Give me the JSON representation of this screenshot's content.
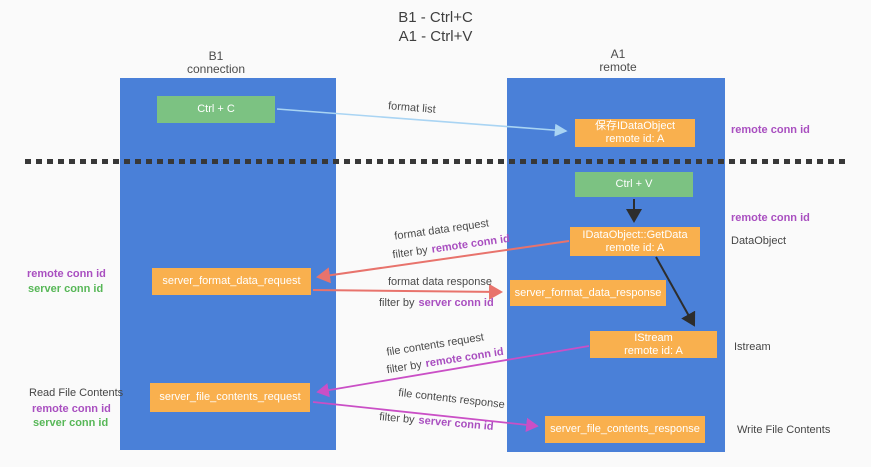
{
  "title": {
    "line1": "B1 - Ctrl+C",
    "line2": "A1 - Ctrl+V"
  },
  "columns": {
    "left": {
      "header_line1": "B1",
      "header_line2": "connection"
    },
    "right": {
      "header_line1": "A1",
      "header_line2": "remote"
    }
  },
  "nodes": {
    "ctrl_c": {
      "label": "Ctrl + C"
    },
    "save_idataobject": {
      "line1": "保存IDataObject",
      "line2": "remote id: A"
    },
    "ctrl_v": {
      "label": "Ctrl + V"
    },
    "getdata": {
      "line1": "IDataObject::GetData",
      "line2": "remote id: A"
    },
    "format_request": {
      "label": "server_format_data_request"
    },
    "format_response": {
      "label": "server_format_data_response"
    },
    "istream": {
      "line1": "IStream",
      "line2": "remote id: A"
    },
    "file_request": {
      "label": "server_file_contents_request"
    },
    "file_response": {
      "label": "server_file_contents_response"
    }
  },
  "side_labels": {
    "remote_conn_id_top_right": "remote conn id",
    "remote_conn_id_mid_right": "remote conn id",
    "dataobject": "DataObject",
    "istream": "Istream",
    "write_file_contents": "Write File Contents",
    "remote_conn_id_left": "remote conn id",
    "server_conn_id_left": "server conn id",
    "read_file_contents": "Read File Contents",
    "remote_conn_id_bottom_left": "remote conn id",
    "server_conn_id_bottom_left": "server conn id"
  },
  "edge_labels": {
    "format_list": "format list",
    "format_data_request": "format data request",
    "format_data_response": "format data response",
    "file_contents_request": "file contents request",
    "file_contents_response": "file contents response",
    "filter_by": "filter by",
    "remote_conn_id": "remote conn id",
    "server_conn_id": "server conn id"
  },
  "colors": {
    "column_blue": "#4a80d8",
    "node_green": "#7cc282",
    "node_orange": "#f9b04e",
    "arrow_lightblue": "#a9d4f3",
    "arrow_salmon": "#e8736c",
    "arrow_magenta": "#ca4fc6",
    "arrow_black": "#2d2d2d",
    "label_purple": "#a94fc0",
    "label_green": "#57b757"
  }
}
